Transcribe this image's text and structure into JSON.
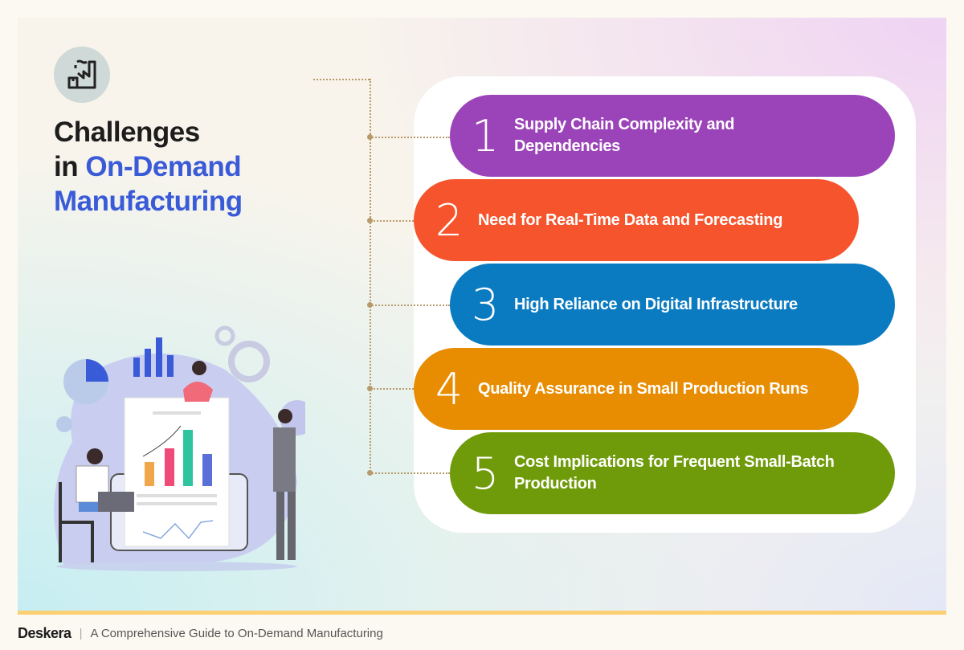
{
  "title": {
    "line1": "Challenges",
    "line2_prefix": "in ",
    "line2_highlight": "On-Demand",
    "line3": "Manufacturing"
  },
  "challenges": [
    {
      "number": "1",
      "text": "Supply Chain Complexity and Dependencies",
      "color": "#9b44b9"
    },
    {
      "number": "2",
      "text": "Need for Real-Time Data and Forecasting",
      "color": "#f5542c"
    },
    {
      "number": "3",
      "text": "High Reliance on Digital Infrastructure",
      "color": "#0b7bc1"
    },
    {
      "number": "4",
      "text": "Quality Assurance in Small Production Runs",
      "color": "#e88d02"
    },
    {
      "number": "5",
      "text": "Cost Implications for Frequent Small-Batch Production",
      "color": "#6f9b0a"
    }
  ],
  "footer": {
    "brand": "Deskera",
    "separator": "|",
    "subtitle": "A Comprehensive Guide to On-Demand Manufacturing"
  }
}
